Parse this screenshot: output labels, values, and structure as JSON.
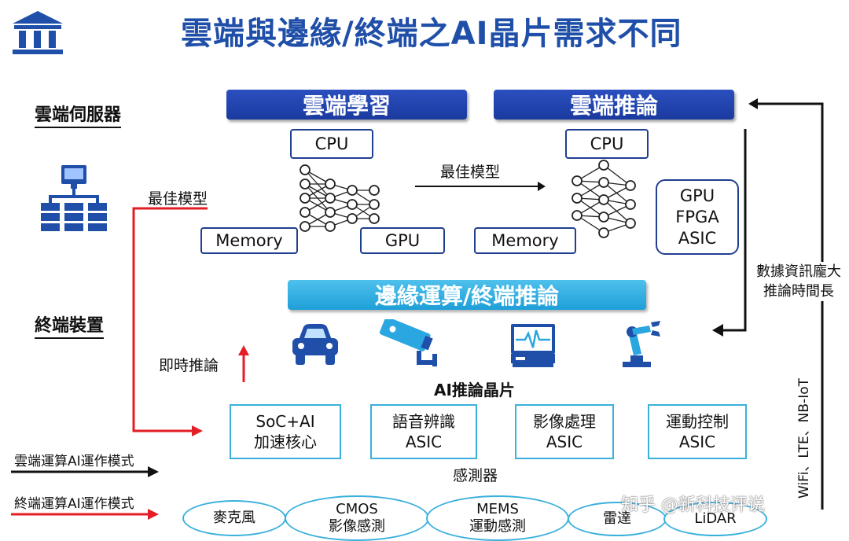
{
  "title": "雲端與邊緣/終端之AI晶片需求不同",
  "icons": {
    "logo": "institution-columns-icon",
    "server": "server-network-icon",
    "car": "car-icon",
    "camera": "security-camera-icon",
    "monitor": "medical-monitor-icon",
    "robot_arm": "robot-arm-icon"
  },
  "colors": {
    "title": "#1f4fa8",
    "dark_banner": "#1f45b0",
    "light_banner": "#29aee3",
    "red_arrow": "#e41e26",
    "box_border": "#1f3f8f",
    "chip_border": "#3ab0dc"
  },
  "left_labels": {
    "cloud_server": "雲端伺服器",
    "terminal_device": "終端裝置"
  },
  "cloud_learning": {
    "title": "雲端學習",
    "cpu": "CPU",
    "memory": "Memory",
    "gpu": "GPU"
  },
  "cloud_inference": {
    "title": "雲端推論",
    "cpu": "CPU",
    "memory": "Memory",
    "accel_line1": "GPU",
    "accel_line2": "FPGA",
    "accel_line3": "ASIC"
  },
  "best_model_center": "最佳模型",
  "best_model_left": "最佳模型",
  "edge_banner": "邊緣運算/終端推論",
  "right_note_line1": "數據資訊龐大",
  "right_note_line2": "推論時間長",
  "connectivity": "WiFi、LTE、NB-IoT",
  "realtime_inference": "即時推論",
  "ai_chip_label": "AI推論晶片",
  "chips": [
    {
      "line1": "SoC+AI",
      "line2": "加速核心"
    },
    {
      "line1": "語音辨識",
      "line2": "ASIC"
    },
    {
      "line1": "影像處理",
      "line2": "ASIC"
    },
    {
      "line1": "運動控制",
      "line2": "ASIC"
    }
  ],
  "sensors_label": "感測器",
  "sensors": [
    {
      "line1": "麥克風",
      "line2": ""
    },
    {
      "line1": "CMOS",
      "line2": "影像感測"
    },
    {
      "line1": "MEMS",
      "line2": "運動感測"
    },
    {
      "line1": "雷達",
      "line2": ""
    },
    {
      "line1": "LiDAR",
      "line2": ""
    }
  ],
  "legend": {
    "cloud_mode": "雲端運算AI運作模式",
    "terminal_mode": "終端運算AI運作模式"
  },
  "watermark": "知乎 @新科技评说"
}
